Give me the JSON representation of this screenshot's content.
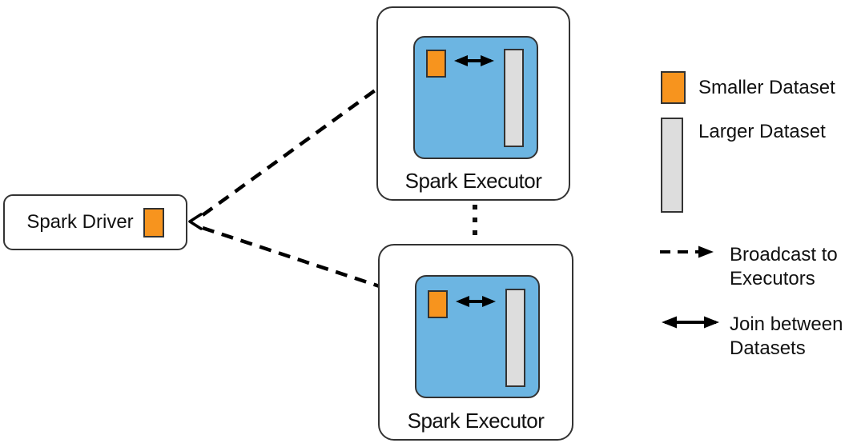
{
  "diagram": {
    "driver": {
      "label": "Spark Driver"
    },
    "executors": [
      {
        "label": "Spark Executor"
      },
      {
        "label": "Spark Executor"
      }
    ],
    "more_executors_indicator": "vertical-ellipsis"
  },
  "legend": {
    "items": [
      {
        "icon": "smaller-dataset-swatch",
        "label": "Smaller Dataset"
      },
      {
        "icon": "larger-dataset-swatch",
        "label": "Larger Dataset"
      },
      {
        "icon": "dashed-arrow-icon",
        "label": "Broadcast to Executors"
      },
      {
        "icon": "double-arrow-icon",
        "label": "Join between Datasets"
      }
    ]
  },
  "colors": {
    "smaller_dataset": "#F7941E",
    "larger_dataset": "#DDDDDD",
    "executor_fill": "#6CB5E2",
    "border": "#333333",
    "arrow": "#000000",
    "background": "#FFFFFF"
  }
}
